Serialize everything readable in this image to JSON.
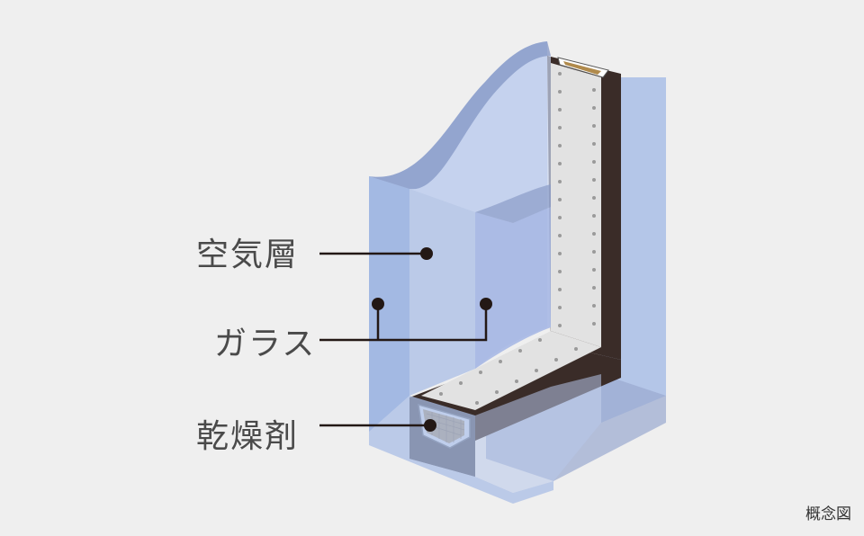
{
  "labels": {
    "air_layer": "空気層",
    "glass": "ガラス",
    "desiccant": "乾燥剤"
  },
  "caption": "概念図",
  "colors": {
    "background": "#efefef",
    "glass": "#a9bee6",
    "spacer_frame": "#3a2c28",
    "spacer_face": "#e2e2e2",
    "desiccant": "#b08a4c",
    "leader": "#231815",
    "label_text": "#4a4a4a"
  }
}
